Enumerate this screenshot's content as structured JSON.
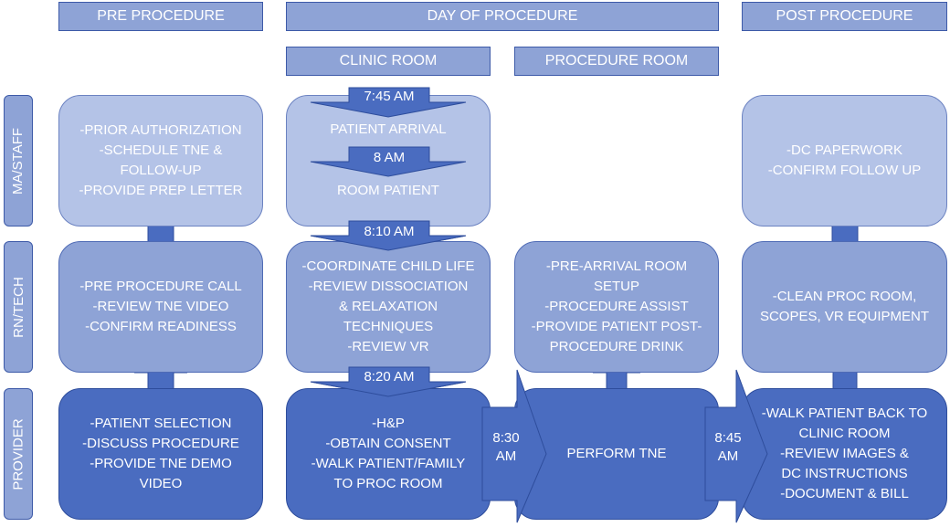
{
  "phases": {
    "pre": "PRE PROCEDURE",
    "day": "DAY OF PROCEDURE",
    "post": "POST PROCEDURE"
  },
  "locations": {
    "clinic": "CLINIC ROOM",
    "procedure": "PROCEDURE ROOM"
  },
  "roles": {
    "staff": "MA/STAFF",
    "rn": "RN/TECH",
    "provider": "PROVIDER"
  },
  "boxes": {
    "staff_pre": [
      "-PRIOR AUTHORIZATION",
      "-SCHEDULE TNE &",
      "FOLLOW-UP",
      "-PROVIDE PREP LETTER"
    ],
    "staff_post": [
      "-DC PAPERWORK",
      "-CONFIRM FOLLOW UP"
    ],
    "rn_pre": [
      "-PRE PROCEDURE CALL",
      "-REVIEW TNE VIDEO",
      "-CONFIRM READINESS"
    ],
    "rn_clinic": [
      "-COORDINATE CHILD LIFE",
      "-REVIEW DISSOCIATION",
      "& RELAXATION",
      "TECHNIQUES",
      "-REVIEW VR"
    ],
    "rn_proc": [
      "-PRE-ARRIVAL ROOM",
      "SETUP",
      "-PROCEDURE ASSIST",
      "-PROVIDE PATIENT POST-",
      "PROCEDURE DRINK"
    ],
    "rn_post": [
      "-CLEAN PROC ROOM,",
      "SCOPES, VR EQUIPMENT"
    ],
    "prov_pre": [
      "-PATIENT SELECTION",
      "-DISCUSS PROCEDURE",
      "-PROVIDE TNE DEMO",
      "VIDEO"
    ],
    "prov_clinic": [
      "-H&P",
      "-OBTAIN CONSENT",
      "-WALK PATIENT/FAMILY",
      "TO PROC ROOM"
    ],
    "prov_proc": [
      "PERFORM TNE"
    ],
    "prov_post": [
      "-WALK PATIENT BACK TO",
      "CLINIC ROOM",
      "-REVIEW IMAGES &",
      "DC INSTRUCTIONS",
      "-DOCUMENT & BILL"
    ]
  },
  "clinic_staff": {
    "arrival": "PATIENT ARRIVAL",
    "room": "ROOM PATIENT"
  },
  "times": {
    "t745": "7:45 AM",
    "t800": "8 AM",
    "t810": "8:10 AM",
    "t820": "8:20 AM",
    "t830": [
      "8:30",
      "AM"
    ],
    "t845": [
      "8:45",
      "AM"
    ]
  },
  "colors": {
    "light": "#b4c3e7",
    "mid": "#8ea3d6",
    "dark": "#4a6cc0",
    "arrow": "#4a6cc0",
    "border": "#3d5aa8"
  }
}
